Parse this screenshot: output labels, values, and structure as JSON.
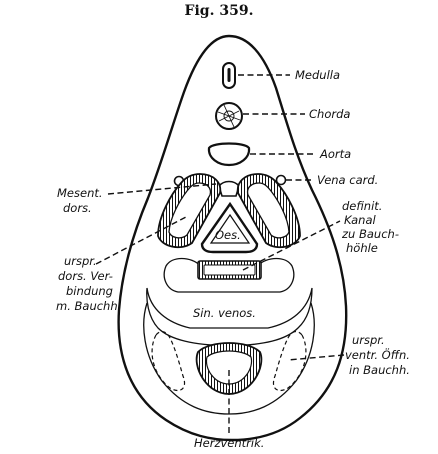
{
  "figure": {
    "title": "Fig. 359.",
    "labels": {
      "medulla": "Medulla",
      "chorda": "Chorda",
      "aorta": "Aorta",
      "vena_card": "Vena card.",
      "mesent_line1": "Mesent.",
      "mesent_line2": "dors.",
      "definit_line1": "definit.",
      "definit_line2": "Kanal",
      "definit_line3": "zu Bauch-",
      "definit_line4": "höhle",
      "oes": "Oes.",
      "urspr_dors_line1": "urspr.",
      "urspr_dors_line2": "dors. Ver-",
      "urspr_dors_line3": "bindung",
      "urspr_dors_line4": "m. Bauchh.",
      "sin_venos": "Sin. venos.",
      "urspr_ventr_line1": "urspr.",
      "urspr_ventr_line2": "ventr. Öffn.",
      "urspr_ventr_line3": "in Bauchh.",
      "herzventrik": "Herzventrik."
    }
  }
}
